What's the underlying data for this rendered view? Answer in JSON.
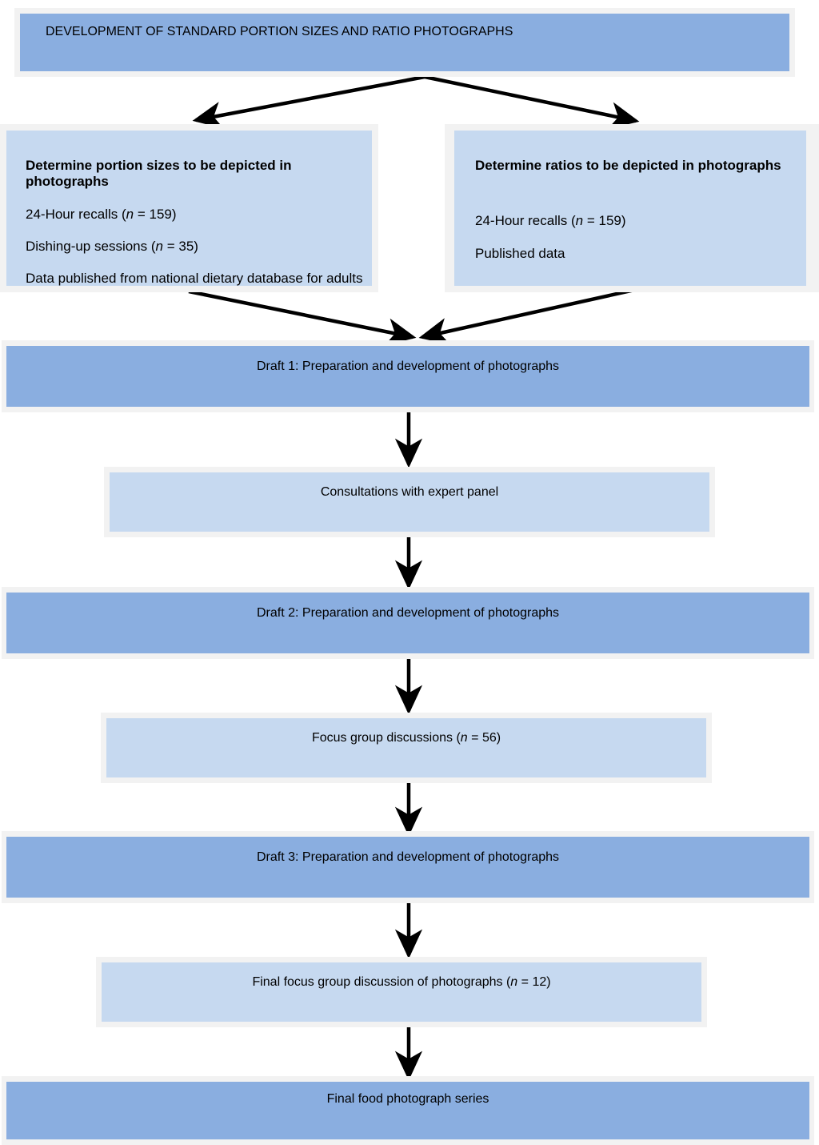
{
  "diagram": {
    "type": "flowchart",
    "orientation": "top-to-bottom",
    "title": "DEVELOPMENT OF STANDARD PORTION SIZES AND RATIO PHOTOGRAPHS",
    "colors": {
      "band_fill": "#8AAEE0",
      "box_fill": "#C6D9F0",
      "frame": "#f2f2f2",
      "text": "#000000",
      "connector": "#000000",
      "page_background": "#ffffff"
    }
  },
  "nodes": {
    "title": {
      "label": "DEVELOPMENT OF STANDARD PORTION SIZES AND RATIO PHOTOGRAPHS",
      "style": "band"
    },
    "portion_sizes": {
      "heading": "Determine portion sizes to be depicted in photographs",
      "line1_a": "24-Hour recalls (",
      "line1_n": "n",
      "line1_b": " = 159)",
      "line2_a": "Dishing-up sessions (",
      "line2_n": "n",
      "line2_b": " = 35)",
      "line3": "Data published from national dietary database for adults",
      "style": "box"
    },
    "ratios": {
      "heading": "Determine ratios to be depicted in photographs",
      "line1_a": "24-Hour recalls (",
      "line1_n": "n",
      "line1_b": " = 159)",
      "line2": "Published data",
      "style": "box"
    },
    "draft1": {
      "label": "Draft 1: Preparation and development of photographs",
      "style": "band"
    },
    "expert_panel": {
      "label": "Consultations with expert panel",
      "style": "box"
    },
    "draft2": {
      "label": "Draft 2: Preparation and development of photographs",
      "style": "band"
    },
    "focus_groups": {
      "label_a": "Focus group discussions (",
      "label_n": "n",
      "label_b": " = 56)",
      "style": "box"
    },
    "draft3": {
      "label": "Draft 3: Preparation and development of photographs",
      "style": "band"
    },
    "final_focus_group": {
      "label_a": "Final focus group discussion of photographs (",
      "label_n": "n",
      "label_b": " = 12)",
      "style": "box"
    },
    "final_series": {
      "label": "Final food photograph series",
      "style": "band"
    }
  },
  "edges": [
    {
      "from": "title",
      "to": "portion_sizes",
      "kind": "split-arrow"
    },
    {
      "from": "title",
      "to": "ratios",
      "kind": "split-arrow"
    },
    {
      "from": "portion_sizes",
      "to": "draft1",
      "kind": "merge-arrow"
    },
    {
      "from": "ratios",
      "to": "draft1",
      "kind": "merge-arrow"
    },
    {
      "from": "draft1",
      "to": "expert_panel",
      "kind": "arrow-down"
    },
    {
      "from": "expert_panel",
      "to": "draft2",
      "kind": "arrow-down"
    },
    {
      "from": "draft2",
      "to": "focus_groups",
      "kind": "arrow-down"
    },
    {
      "from": "focus_groups",
      "to": "draft3",
      "kind": "arrow-down"
    },
    {
      "from": "draft3",
      "to": "final_focus_group",
      "kind": "arrow-down"
    },
    {
      "from": "final_focus_group",
      "to": "final_series",
      "kind": "arrow-down"
    }
  ]
}
